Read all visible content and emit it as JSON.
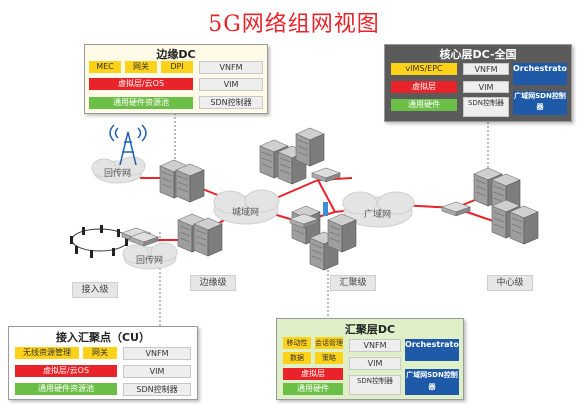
{
  "title": "5G网络组网视图",
  "edge_dc": {
    "title": "边缘DC",
    "chips": [
      "MEC",
      "网关",
      "DPI",
      "VNFM",
      "虚拟层/云OS",
      "VIM",
      "通用硬件资源池",
      "SDN控制器"
    ]
  },
  "core_dc": {
    "title": "核心层DC-全国",
    "chips": [
      "vIMS/EPC",
      "VNFM",
      "Orchestrator",
      "虚拟层",
      "VIM",
      "通用硬件",
      "SDN控制器",
      "广域网SDN控制器"
    ]
  },
  "access_dc": {
    "title": "接入汇聚点（CU）",
    "chips": [
      "无线资源管理",
      "网关",
      "VNFM",
      "虚拟层/云OS",
      "VIM",
      "通用硬件资源池",
      "SDN控制器"
    ]
  },
  "agg_dc": {
    "title": "汇聚层DC",
    "chips": [
      "移动性",
      "会话管理",
      "数据",
      "策略",
      "VNFM",
      "Orchestrator",
      "虚拟层",
      "VIM",
      "通用硬件",
      "SDN控制器",
      "广域网SDN控制器"
    ]
  },
  "clouds": [
    "回传网",
    "城域网",
    "广域网",
    "回传网"
  ],
  "zones": [
    "接入级",
    "边缘级",
    "汇聚级",
    "中心级"
  ],
  "colors": {
    "title_red": "#e8242a",
    "link_red": "#e8242a",
    "edge_panel": "#fffbe8",
    "core_panel": "#5b5b5b",
    "agg_panel": "#dff0c9",
    "access_panel": "#ffffff"
  }
}
